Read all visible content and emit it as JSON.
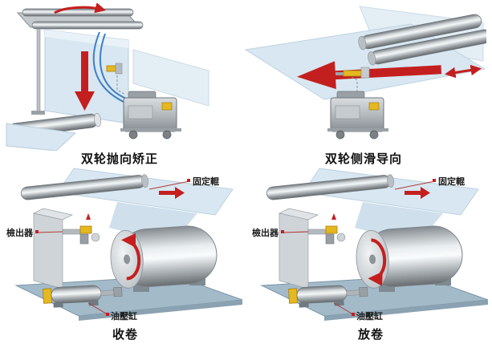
{
  "panels": {
    "top_left": {
      "caption": "双轮抛向矫正"
    },
    "top_right": {
      "caption": "双轮侧滑导向"
    },
    "bottom_left": {
      "caption": "收卷",
      "labels": {
        "fixed_roller": "固定輥",
        "detector": "檢出器",
        "cylinder": "油壓缸"
      }
    },
    "bottom_right": {
      "caption": "放卷",
      "labels": {
        "fixed_roller": "固定輥",
        "detector": "檢出器",
        "cylinder": "油壓缸"
      }
    }
  },
  "colors": {
    "arrow_red": "#c41f1f",
    "sheet_blue": "#d8e7f1",
    "base_plate_blue": "#a3bac9",
    "accent_yellow": "#e6b820",
    "metal_gray": "#b4babe"
  }
}
